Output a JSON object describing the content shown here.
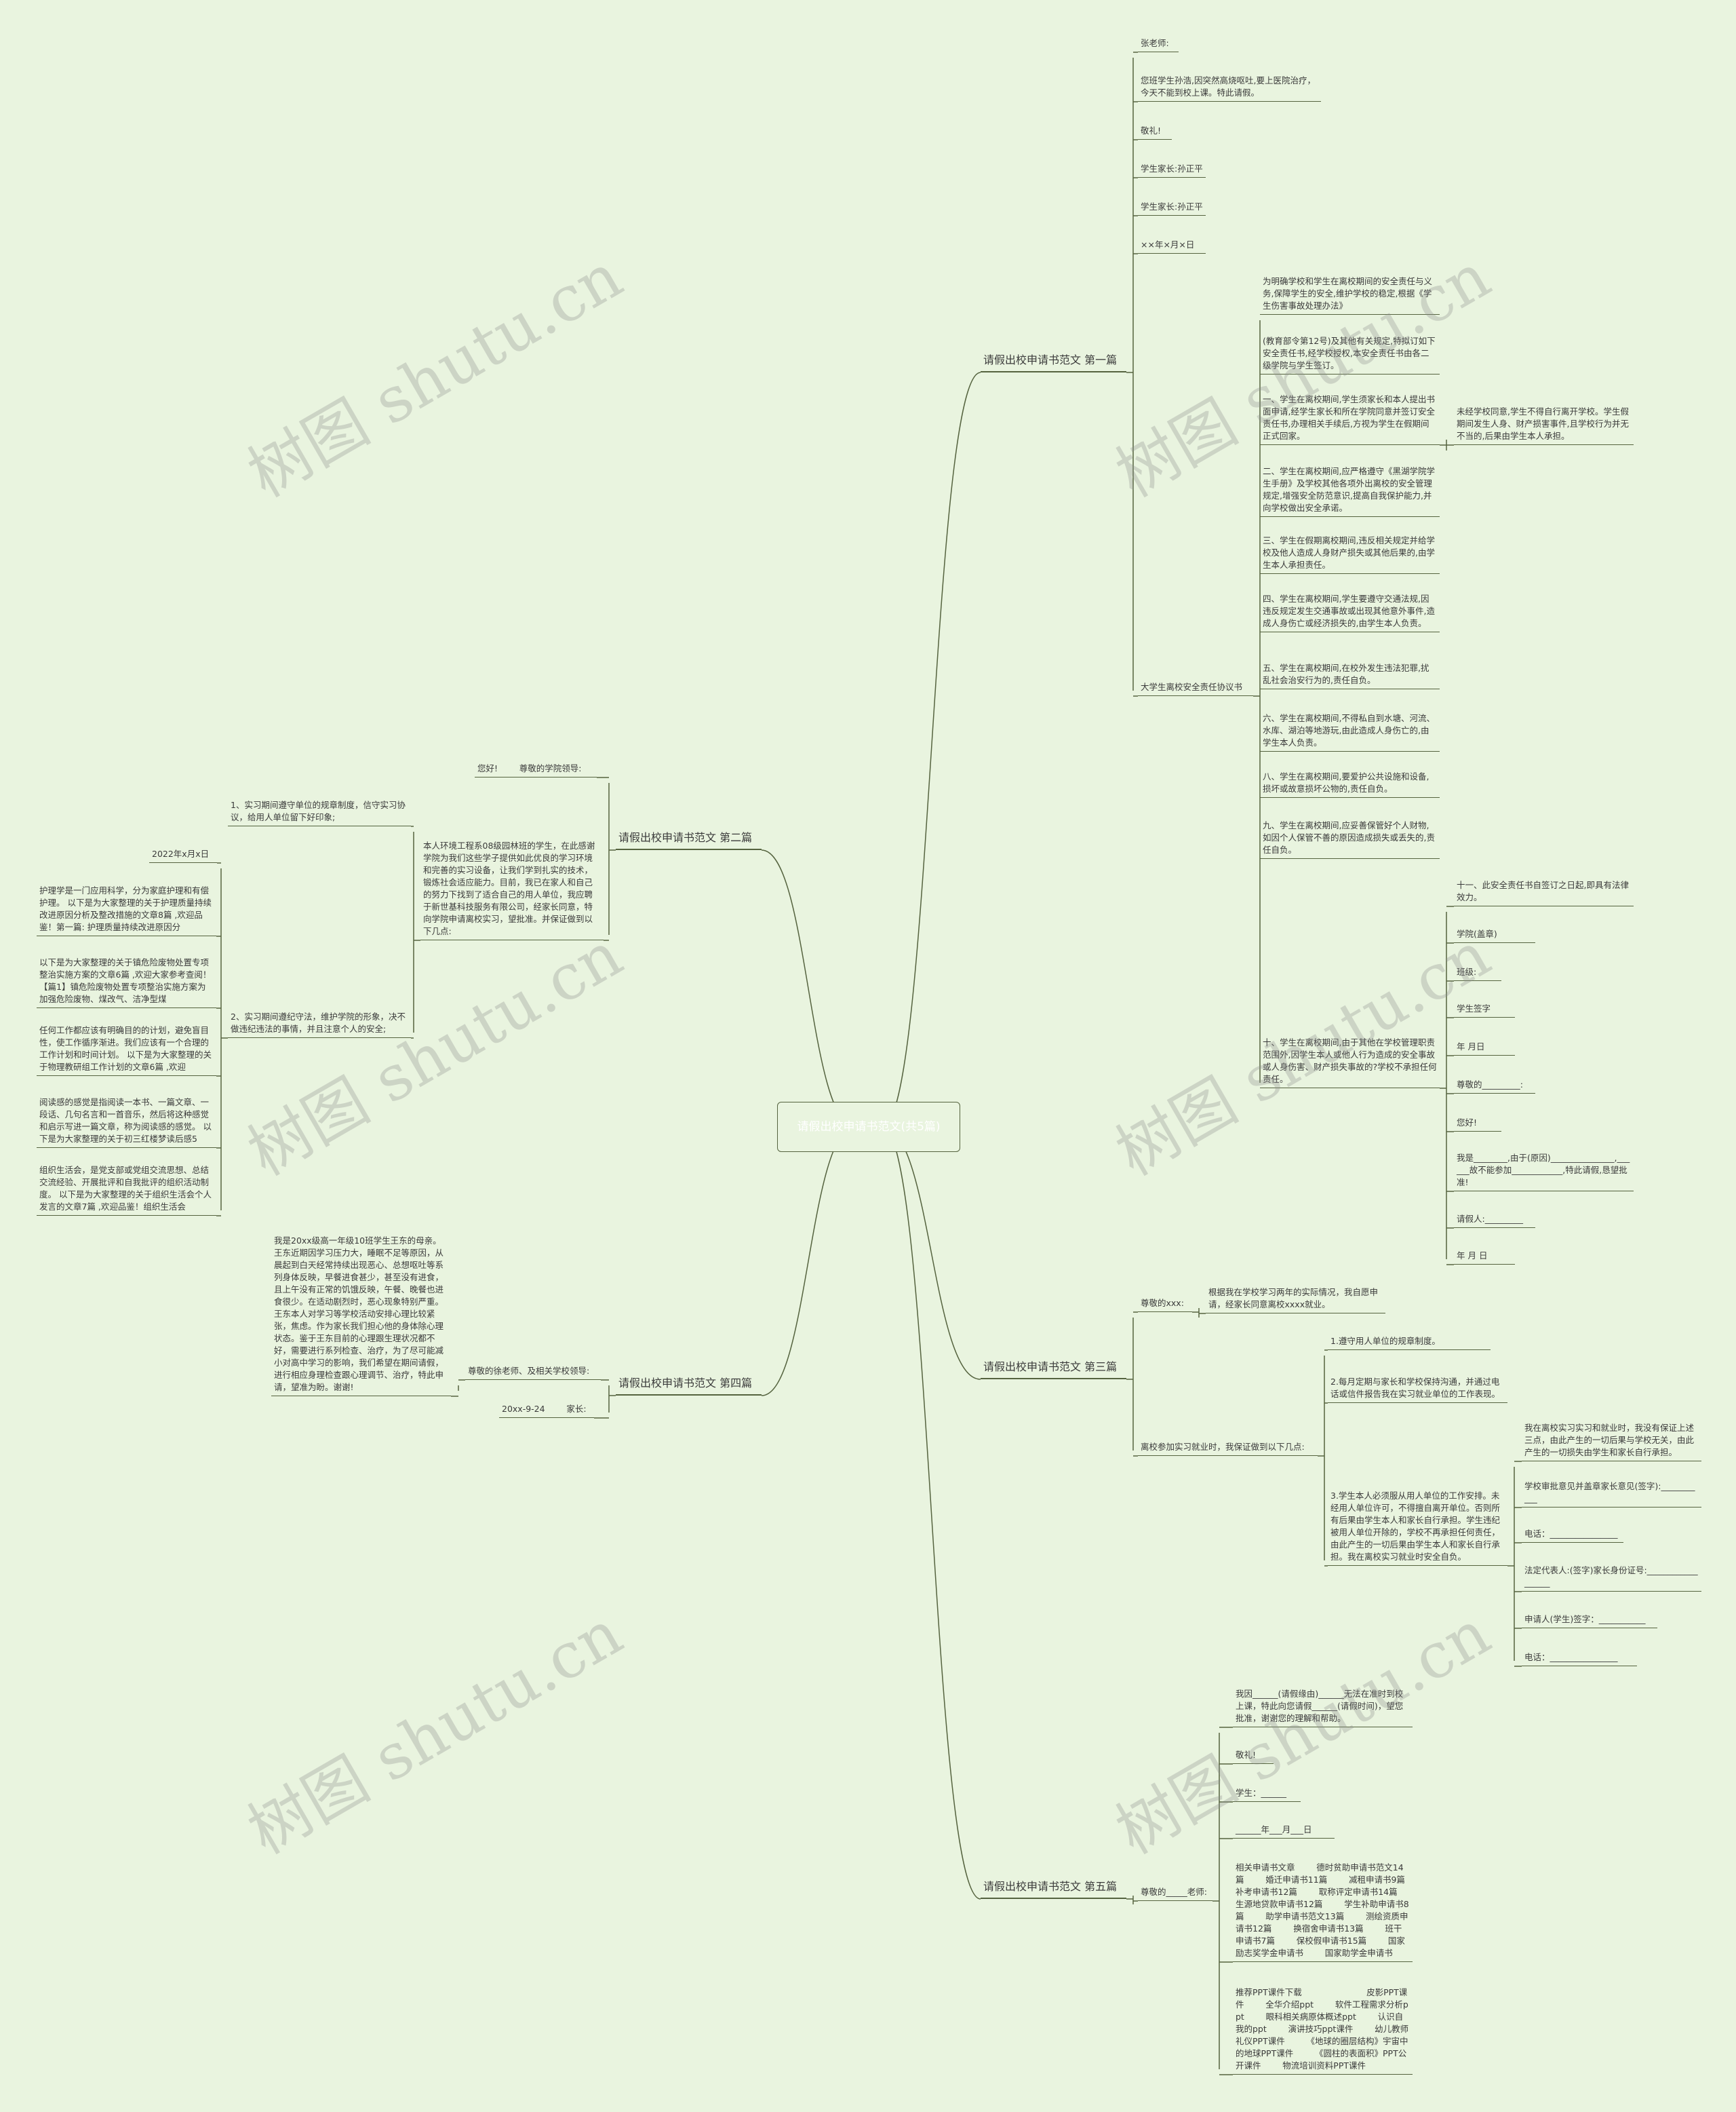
{
  "title": "请假出校申请书范文(共5篇)",
  "watermark": "树图 shutu.cn",
  "branches": {
    "b1": "请假出校申请书范文 第一篇",
    "b2": "请假出校申请书范文 第二篇",
    "b3": "请假出校申请书范文 第三篇",
    "b4": "请假出校申请书范文 第四篇",
    "b5": "请假出校申请书范文 第五篇"
  },
  "b1": {
    "items": [
      "张老师:",
      "您班学生孙浩,因突然高烧呕吐,要上医院治疗，今天不能到校上课。特此请假。",
      "敬礼!",
      "学生家长:孙正平",
      "学生家长:孙正平",
      "××年×月×日",
      "大学生离校安全责任协议书"
    ],
    "agreement": [
      "为明确学校和学生在离校期间的安全责任与义务,保障学生的安全,维护学校的稳定,根据《学生伤害事故处理办法》",
      "(教育部令第12号)及其他有关规定,特拟订如下安全责任书,经学校授权,本安全责任书由各二级学院与学生签订。",
      "一、学生在离校期间,学生须家长和本人提出书面申请,经学生家长和所在学院同意并签订安全责任书,办理相关手续后,方视为学生在假期间正式回家。",
      "二、学生在离校期间,应严格遵守《黑湖学院学生手册》及学校其他各项外出离校的安全管理规定,增强安全防范意识,提高自我保护能力,并向学校做出安全承诺。",
      "三、学生在假期离校期间,违反相关规定并给学校及他人造成人身财产损失或其他后果的,由学生本人承担责任。",
      "四、学生在离校期间,学生要遵守交通法规,因违反规定发生交通事故或出现其他意外事件,造成人身伤亡或经济损失的,由学生本人负责。",
      "五、学生在离校期间,在校外发生违法犯罪,扰乱社会治安行为的,责任自负。",
      "六、学生在离校期间,不得私自到水塘、河流、水库、湖泊等地游玩,由此造成人身伤亡的,由学生本人负责。",
      "八、学生在离校期间,要爱护公共设施和设备,损坏或故意损坏公物的,责任自负。",
      "九、学生在离校期间,应妥善保管好个人财物,如因个人保管不善的原因造成损失或丢失的,责任自负。",
      "十、学生在离校期间,由于其他在学校管理职责范围外,因学生本人或他人行为造成的安全事故或人身伤害、财产损失事故的?学校不承担任何责任。"
    ],
    "note_one": "未经学校同意,学生不得自行离开学校。学生假期间发生人身、财产损害事件,且学校行为并无不当的,后果由学生本人承担。",
    "sign": [
      "十一、此安全责任书自签订之日起,即具有法律效力。",
      "学院(盖章)",
      "班级:",
      "学生签字",
      "年 月日",
      "尊敬的_________:",
      "您好!",
      "我是________,由于(原因)_______________,______故不能参加____________,特此请假,恳望批准!",
      "请假人:_________",
      "年 月 日"
    ]
  },
  "b2": {
    "greeting": "您好!        尊敬的学院领导:",
    "intro": "本人环境工程系08级园林班的学生，在此感谢学院为我们这些学子提供如此优良的学习环境和完善的实习设备，让我们学到扎实的技术，锻炼社会适应能力。目前，我已在家人和自己的努力下找到了适合自己的用人单位，我应聘于新世基科技服务有限公司，经家长同意，特向学院申请离校实习，望批准。并保证做到以下几点:",
    "p1": "1、实习期间遵守单位的规章制度，信守实习协议，给用人单位留下好印象;",
    "p2": "2、实习期间遵纪守法，维护学院的形象，决不做违纪违法的事情，并且注意个人的安全;",
    "date": "2022年x月x日",
    "notes": [
      "护理学是一门应用科学，分为家庭护理和有偿护理。 以下是为大家整理的关于护理质量持续改进原因分析及整改措施的文章8篇 ,欢迎品鉴！第一篇: 护理质量持续改进原因分",
      "以下是为大家整理的关于镇危险废物处置专项整治实施方案的文章6篇 ,欢迎大家参考查阅！【篇1】镇危险废物处置专项整治实施方案为加强危险废物、煤改气、洁净型煤",
      "任何工作都应该有明确目的的计划，避免盲目性，使工作循序渐进。我们应该有一个合理的工作计划和时间计划。 以下是为大家整理的关于物理教研组工作计划的文章6篇 ,欢迎",
      "阅读感的感觉是指阅读一本书、一篇文章、一段话、几句名言和一首音乐，然后将这种感觉和启示写进一篇文章，称为阅读感的感觉。 以下是为大家整理的关于初三红楼梦读后感5",
      "组织生活会，是党支部或党组交流思想、总结交流经验、开展批评和自我批评的组织活动制度。 以下是为大家整理的关于组织生活会个人发言的文章7篇 ,欢迎品鉴！组织生活会"
    ]
  },
  "b3": {
    "salute": "尊敬的xxx:",
    "intro": "根据我在学校学习两年的实际情况，我自愿申请，经家长同意离校xxxx就业。",
    "points_label": "离校参加实习就业时，我保证做到以下几点:",
    "points": [
      "1.遵守用人单位的规章制度。",
      "2.每月定期与家长和学校保持沟通，并通过电话或信件报告我在实习就业单位的工作表现。",
      "3.学生本人必须服从用人单位的工作安排。未经用人单位许可，不得擅自离开单位。否则所有后果由学生本人和家长自行承担。学生违纪被用人单位开除的，学校不再承担任何责任，由此产生的一切后果由学生本人和家长自行承担。我在离校实习就业时安全自负。"
    ],
    "sub": [
      "我在离校实习实习和就业时，我没有保证上述三点，由此产生的一切后果与学校无关，由此产生的一切损失由学生和家长自行承担。",
      "学校审批意见并盖章家长意见(签字):___________",
      "电话：________________",
      "法定代表人:(签字)家长身份证号:__________________",
      "申请人(学生)签字：___________",
      "电话：________________"
    ]
  },
  "b4": {
    "body": "我是20xx级高一年级10班学生王东的母亲。王东近期因学习压力大，睡眠不足等原因，从晨起到白天经常持续出现恶心、总想呕吐等系列身体反映，早餐进食甚少，甚至没有进食，且上午没有正常的饥饿反映，午餐、晚餐也进食很少。在适动剧烈时，恶心现象特别严重。王东本人对学习等学校活动安排心理比较紧张，焦虑。作为家长我们担心他的身体除心理状态。鉴于王东目前的心理跟生理状况都不好，需要进行系列检查、治疗，为了尽可能减小对高中学习的影响，我们希望在期间请假，进行相应身理检查跟心理调节、治疗，特此申请，望准为盼。谢谢!",
    "salute": "尊敬的徐老师、及相关学校领导:",
    "sign": "20xx-9-24        家长:"
  },
  "b5": {
    "body": "我因______(请假缘由)______无法在准时到校上课，特此向您请假______(请假时间)，望您批准，谢谢您的理解和帮助。",
    "salute": "尊敬的_____老师:",
    "items": [
      "敬礼!",
      "学生：______",
      "______年___月___日"
    ],
    "related": "相关申请书文章        德时贫助申请书范文14篇        婚迁申请书11篇        减租申请书9篇        补考申请书12篇        取称评定申请书14篇        生源地贷款申请书12篇        学生补助申请书8篇        助学申请书范文13篇        测绘资质申请书12篇        换宿舍申请书13篇        班干申请书7篇        保校假申请书15篇        国家励志奖学金申请书        国家助学金申请书",
    "ppt": "推荐PPT课件下载                        皮影PPT课件        全华介绍ppt        软件工程需求分析ppt        眼科相关病原体概述ppt        认识自我的ppt        演讲技巧ppt课件        幼儿教师礼仪PPT课件        《地球的圈层结构》宇宙中的地球PPT课件        《圆柱的表面积》PPT公开课件        物流培训资料PPT课件"
  }
}
